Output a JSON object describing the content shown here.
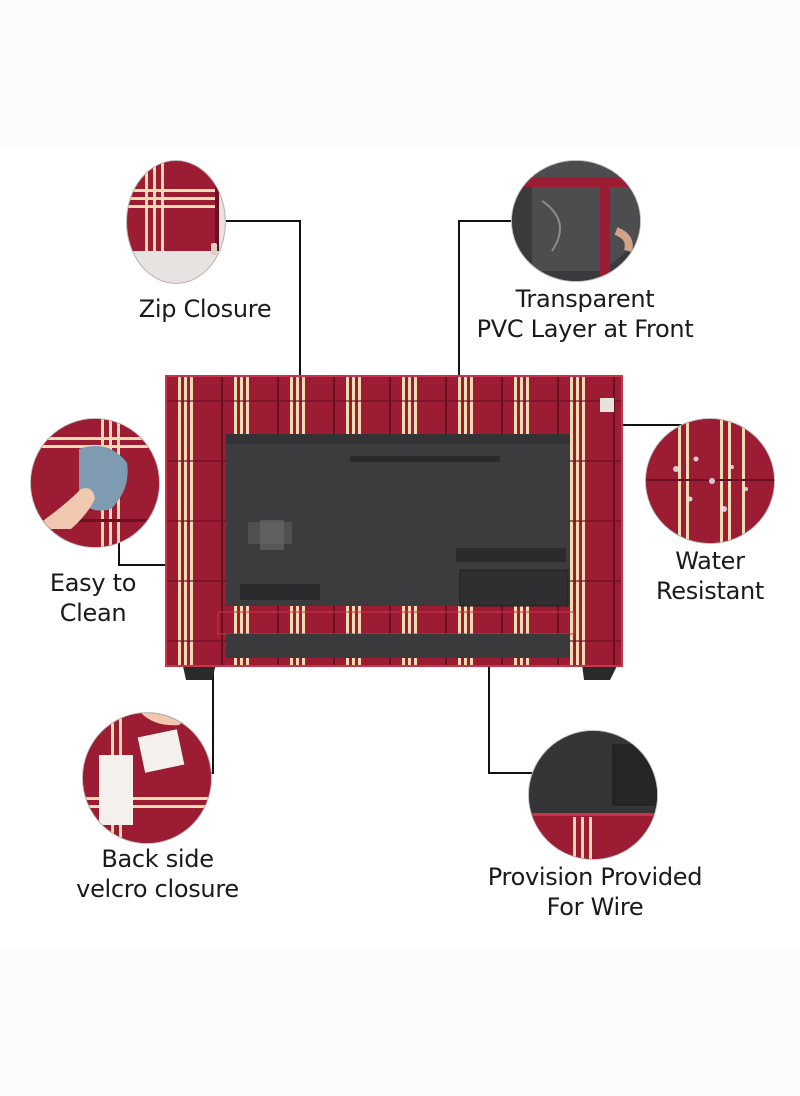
{
  "features": {
    "zip": {
      "label": "Zip Closure"
    },
    "pvc": {
      "label": "Transparent\nPVC Layer at Front"
    },
    "clean": {
      "label": "Easy to\nClean"
    },
    "water": {
      "label": "Water\nResistant"
    },
    "velcro": {
      "label": "Back side\nvelcro closure"
    },
    "wire": {
      "label": "Provision Provided\nFor Wire"
    }
  },
  "colors": {
    "fabric": "#9b1c33",
    "stripe": "#f0dcb0",
    "tv_back": "#3c3c3e"
  },
  "icons": [
    "zip-icon",
    "clean-hand-icon",
    "velcro-icon",
    "water-drop-icon",
    "wire-slot-icon"
  ]
}
